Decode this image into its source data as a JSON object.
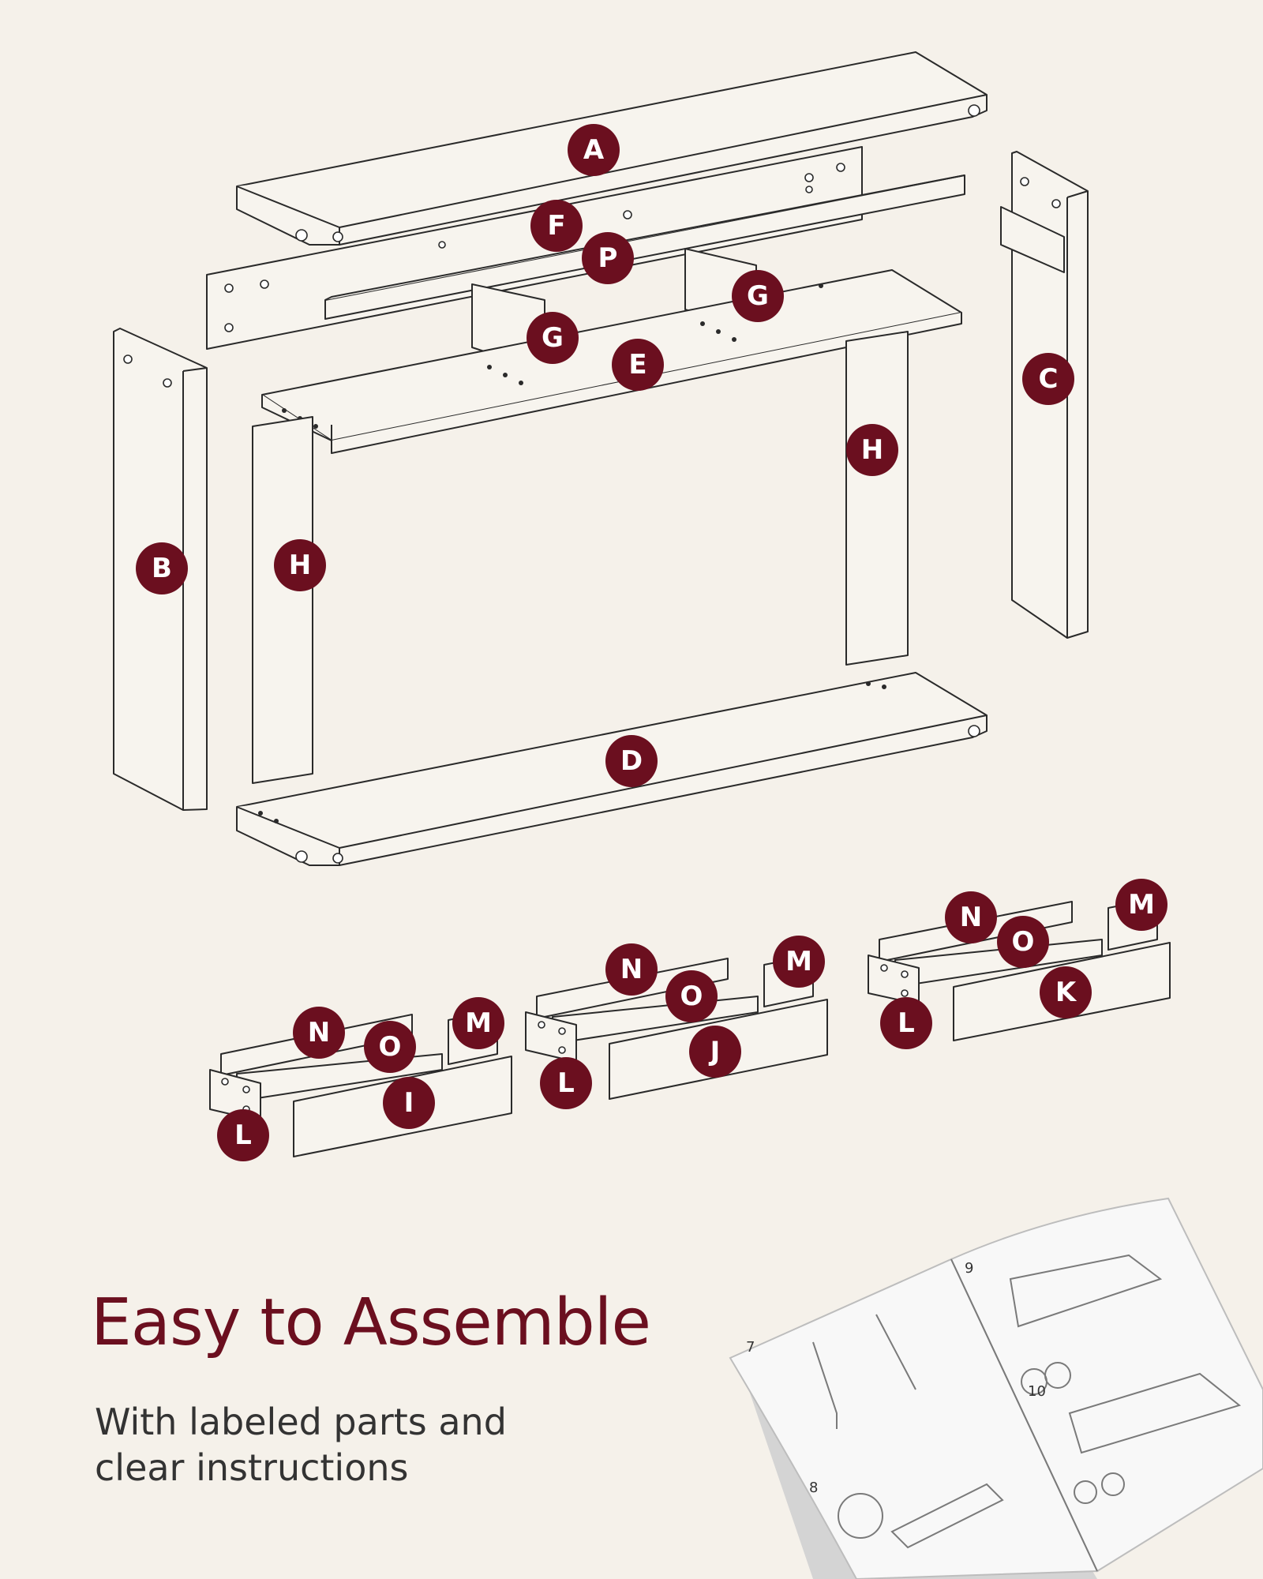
{
  "headline": "Easy to Assemble",
  "subline": [
    "With labeled parts and",
    "clear instructions"
  ],
  "colors": {
    "accent": "#6b0f1f",
    "background": "#f5f1ea",
    "line": "#2a2a2a"
  },
  "part_labels": {
    "A": "A",
    "B": "B",
    "C": "C",
    "D": "D",
    "E": "E",
    "F": "F",
    "G": "G",
    "H": "H",
    "I": "I",
    "J": "J",
    "K": "K",
    "L": "L",
    "M": "M",
    "N": "N",
    "O": "O",
    "P": "P"
  },
  "manual_pages": [
    "7",
    "8",
    "9",
    "10"
  ]
}
